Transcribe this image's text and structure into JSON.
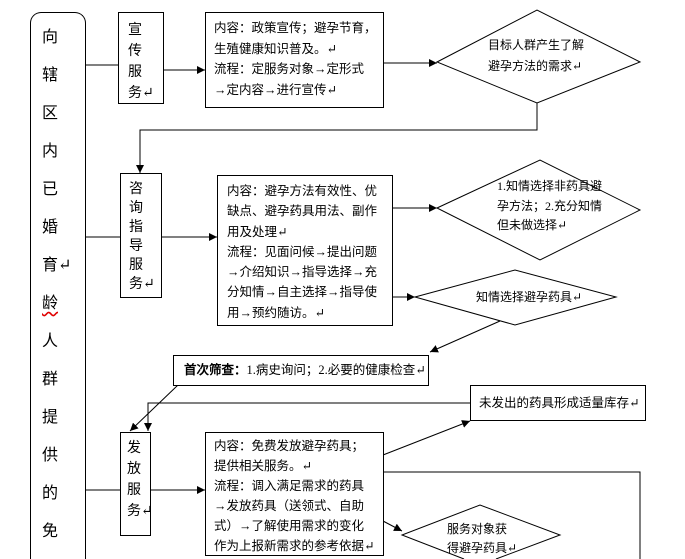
{
  "left_panel": {
    "lines": [
      "向",
      "辖",
      "区",
      "内",
      "已",
      "婚",
      "育↵",
      "龄",
      "人",
      "群",
      "提",
      "供",
      "的",
      "免"
    ]
  },
  "services": {
    "publicity": {
      "label_lines": [
        "宣",
        "传",
        "服",
        "务↵"
      ],
      "content_lines": [
        "内容：政策宣传；避孕节育，",
        "生殖健康知识普及。↵",
        "流程：定服务对象→定形式",
        "→定内容→进行宣传↵"
      ]
    },
    "counseling": {
      "label_lines": [
        "咨",
        "询",
        "指",
        "导",
        "服",
        "务↵"
      ],
      "content_lines": [
        "内容：避孕方法有效性、优",
        "缺点、避孕药具用法、副作",
        "用及处理↵",
        "流程：见面问候→提出问题",
        "→介绍知识→指导选择→充",
        "分知情→自主选择→指导使",
        "用→预约随访。↵"
      ]
    },
    "distribution": {
      "label_lines": [
        "发",
        "放",
        "服",
        "务↵"
      ],
      "content_lines": [
        "内容：免费发放避孕药具；",
        "提供相关服务。↵",
        "流程：调入满足需求的药具",
        "→发放药具（送领式、自助",
        "式）→了解使用需求的变化",
        "作为上报新需求的参考依据↵"
      ]
    }
  },
  "decisions": {
    "need": {
      "lines": [
        "目标人群产生了解",
        "避孕方法的需求↵"
      ]
    },
    "non_contraceptive": {
      "lines": [
        "1.知情选择非药具避",
        "孕方法；2.充分知情",
        "但未做选择↵"
      ]
    },
    "choose_contraceptive": {
      "lines": [
        "知情选择避孕药具↵"
      ]
    },
    "obtained": {
      "lines": [
        "服务对象获",
        "得避孕药具↵"
      ]
    }
  },
  "screening": {
    "title": "首次筛查：",
    "text": "1.病史询问；2.必要的健康检查↵"
  },
  "inventory": {
    "text": "未发出的药具形成适量库存↵"
  }
}
